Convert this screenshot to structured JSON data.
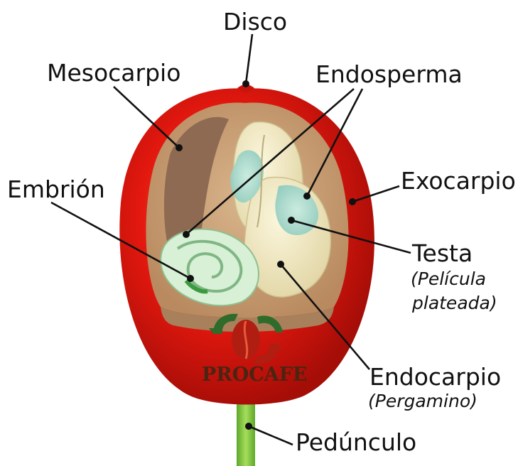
{
  "labels": {
    "disco": "Disco",
    "mesocarpio": "Mesocarpio",
    "endosperma": "Endosperma",
    "embrion": "Embrión",
    "exocarpio": "Exocarpio",
    "testa": "Testa",
    "testa_sub_1": "(Película",
    "testa_sub_2": "plateada)",
    "endocarpio": "Endocarpio",
    "endocarpio_sub": "(Pergamino)",
    "pedunculo": "Pedúnculo"
  },
  "brand": {
    "name": "PROCAFE"
  },
  "colors": {
    "exocarp": "#e3180f",
    "mesocarp": "#c59a72",
    "endosperm": "#f3ecc6",
    "embryo": "#bfe3c2",
    "stem": "#7fc23a",
    "logo_red": "#b01e12",
    "logo_green": "#2f6b2a"
  }
}
